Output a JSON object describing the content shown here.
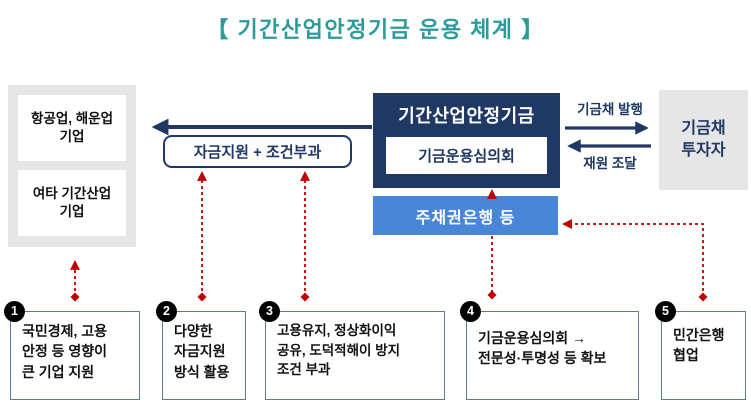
{
  "title": "【 기간산업안정기금 운용 체계 】",
  "colors": {
    "title_teal": "#2E9B9B",
    "navy": "#1F3864",
    "creditor_blue": "#4A86D8",
    "panel_gray": "#E7E6E6",
    "connector_red": "#C00000",
    "note_border": "#5B7B9A"
  },
  "left_panel": {
    "boxes": [
      {
        "label": "항공업, 해운업\n기업"
      },
      {
        "label": "여타 기간산업\n기업"
      }
    ]
  },
  "support_label": "자금지원 + 조건부과",
  "fund": {
    "title": "기간산업안정기금",
    "committee": "기금운용심의회"
  },
  "bond_flow": {
    "issue_label": "기금채 발행",
    "raise_label": "재원 조달"
  },
  "investor": {
    "label": "기금채\n투자자"
  },
  "creditor_bank": {
    "label": "주채권은행 등"
  },
  "notes": [
    {
      "num": "1",
      "text": "국민경제, 고용\n안정 등 영향이\n큰 기업 지원"
    },
    {
      "num": "2",
      "text": "다양한\n자금지원\n방식 활용"
    },
    {
      "num": "3",
      "text": "고용유지, 정상화이익\n공유, 도덕적해이 방지\n조건 부과"
    },
    {
      "num": "4",
      "text": "기금운용심의회 →\n전문성·투명성 등 확보"
    },
    {
      "num": "5",
      "text": "민간은행\n협업"
    }
  ]
}
